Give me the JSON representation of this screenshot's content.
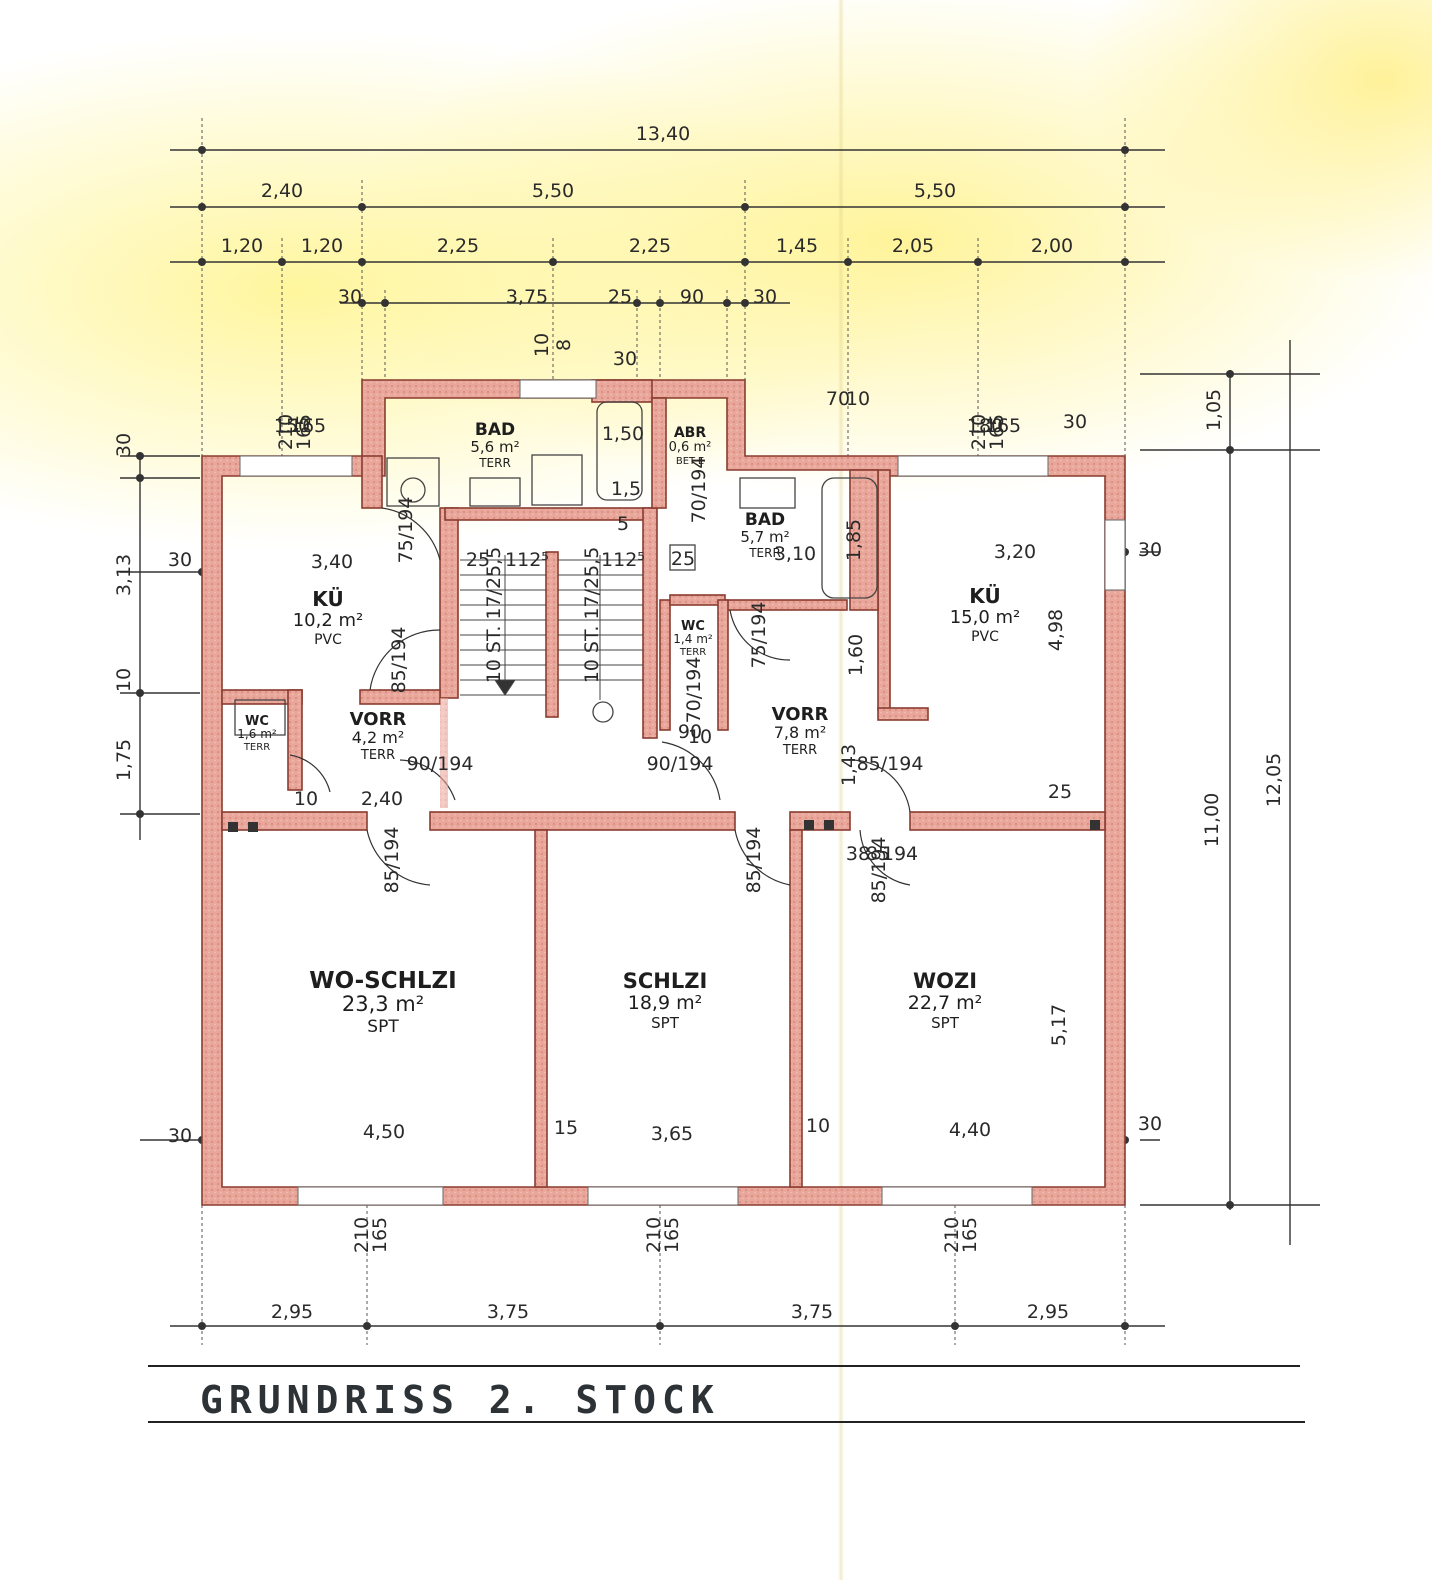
{
  "title": "GRUNDRISS   2. STOCK",
  "dimensions": {
    "top_total": "13,40",
    "top_row1": [
      "2,40",
      "5,50",
      "5,50"
    ],
    "top_row2": [
      "1,20",
      "1,20",
      "2,25",
      "2,25",
      "1,45",
      "2,05",
      "2,00"
    ],
    "top_row3": [
      "30",
      "3,75",
      "25",
      "90",
      "30"
    ],
    "bottom_row": [
      "2,95",
      "3,75",
      "3,75",
      "2,95"
    ],
    "left": [
      "30",
      "3,13",
      "10",
      "1,75"
    ],
    "right_inner": "11,00",
    "right_outer": "12,05",
    "right_top": "1,05",
    "window_heights": [
      "210",
      "165"
    ],
    "shaft_top": [
      "10",
      "8"
    ]
  },
  "rooms": [
    {
      "name": "BAD",
      "area": "5,6 m²",
      "floor": "TERR"
    },
    {
      "name": "ABR",
      "area": "0,6 m²",
      "floor": "BET-E"
    },
    {
      "name": "BAD",
      "area": "5,7 m²",
      "floor": "TERR"
    },
    {
      "name": "KÜ",
      "area": "10,2 m²",
      "floor": "PVC"
    },
    {
      "name": "KÜ",
      "area": "15,0 m²",
      "floor": "PVC"
    },
    {
      "name": "WC",
      "area": "1,4 m²",
      "floor": "TERR"
    },
    {
      "name": "WC",
      "area": "1,6 m²",
      "floor": "TERR"
    },
    {
      "name": "VORR",
      "area": "4,2 m²",
      "floor": "TERR"
    },
    {
      "name": "VORR",
      "area": "7,8 m²",
      "floor": "TERR"
    },
    {
      "name": "WO-SCHLZI",
      "area": "23,3 m²",
      "floor": "SPT"
    },
    {
      "name": "SCHLZI",
      "area": "18,9 m²",
      "floor": "SPT"
    },
    {
      "name": "WOZI",
      "area": "22,7 m²",
      "floor": "SPT"
    }
  ],
  "room_dims": {
    "ku_left_width": "3,40",
    "ku_right_width": "3,20",
    "ku_right_depth": "4,98",
    "wo_schlzi_width": "4,50",
    "schlzi_width": "3,65",
    "wozi_width": "4,40",
    "wozi_depth": "5,17",
    "vorr_left_width": "2,40",
    "bad_right_width": "3,10",
    "bad_right_depth": "1,85",
    "vorr_right_depth": "1,60",
    "vorr_right_small": "1,43"
  },
  "doors": [
    "75/194",
    "85/194",
    "90/194",
    "90/194",
    "85/194",
    "85/194",
    "75/194",
    "85/194",
    "70/194",
    "70/194",
    "85/194"
  ],
  "stairs": [
    "10 ST. 17/25,5",
    "10 ST. 17/25,5"
  ],
  "misc_labels": [
    "30",
    "30",
    "30",
    "30",
    "30",
    "15",
    "10",
    "10",
    "25",
    "25",
    "25",
    "112⁵",
    "112⁵",
    "150",
    "165",
    "180",
    "165",
    "70",
    "10",
    "30",
    "90",
    "10",
    "1,50",
    "1,5",
    "5",
    "38",
    "85",
    "194"
  ]
}
